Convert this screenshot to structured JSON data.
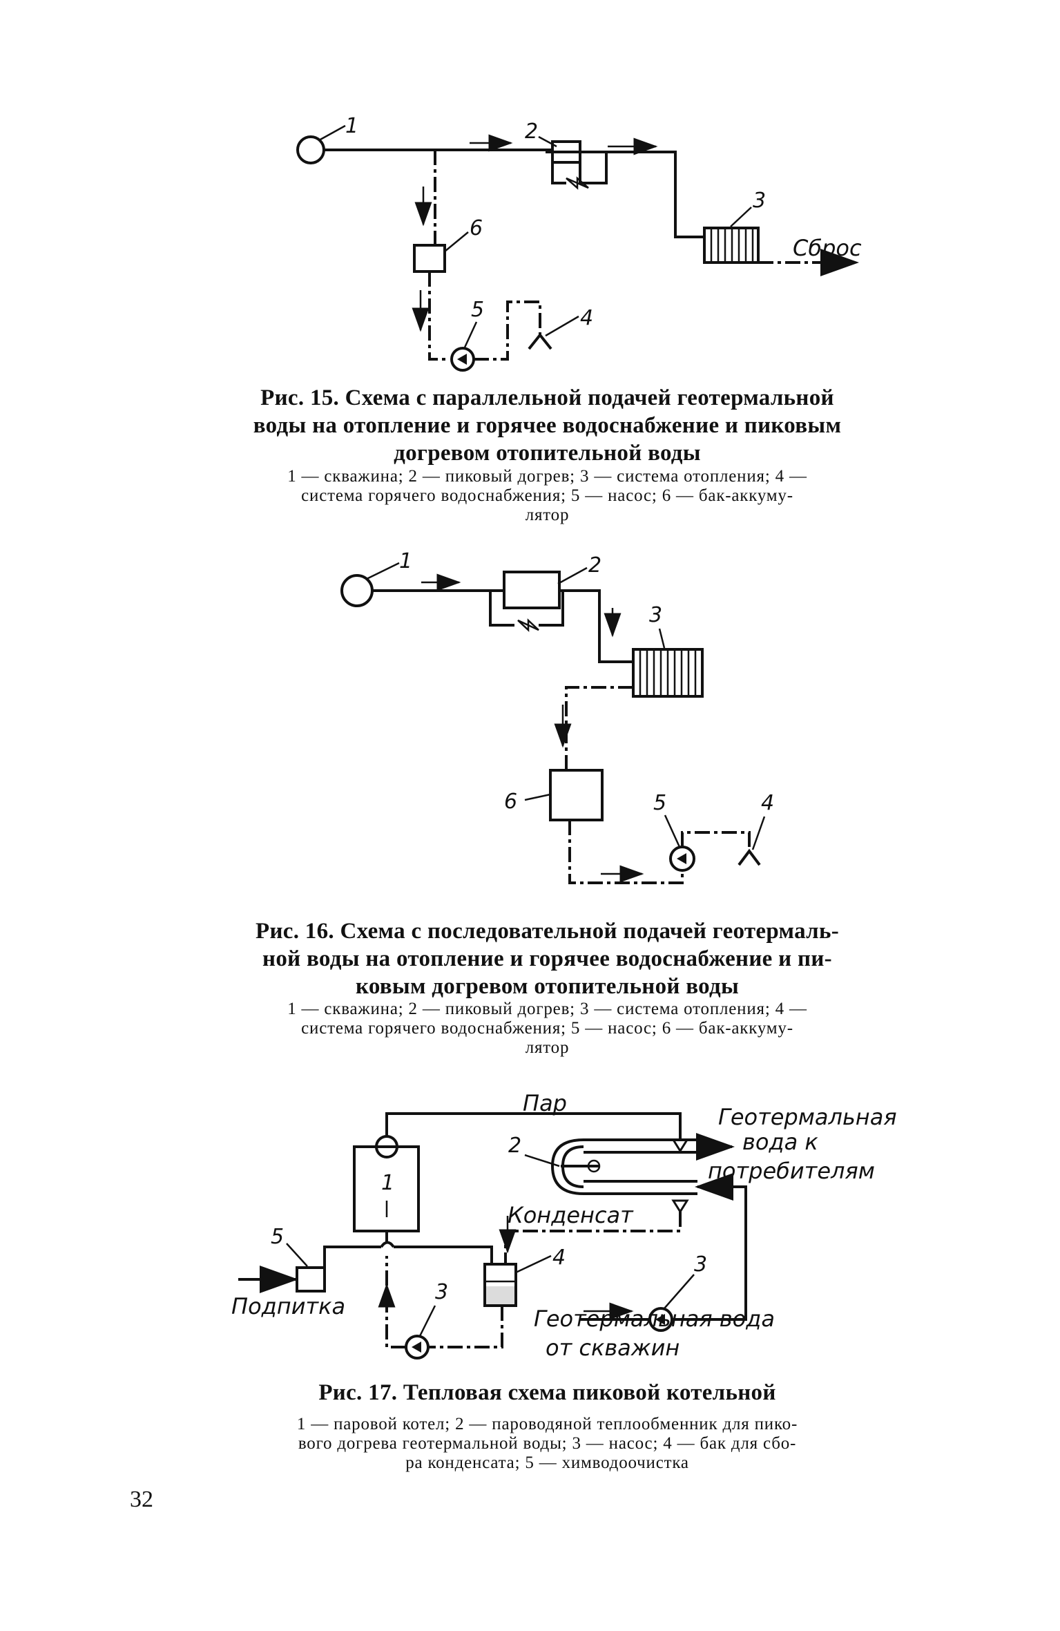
{
  "fig15": {
    "labels": {
      "n1": "1",
      "n2": "2",
      "n3": "3",
      "n4": "4",
      "n5": "5",
      "n6": "6",
      "sbros": "Сброс"
    },
    "caption_lines": [
      "Рис. 15. Схема с параллельной подачей геотермальной",
      "воды на отопление и горячее водоснабжение и пиковым",
      "догревом отопительной воды"
    ],
    "legend_lines": [
      "1 — скважина; 2 — пиковый догрев; 3 — система отопления; 4 —",
      "система горячего водоснабжения; 5 — насос; 6 — бак-аккуму-",
      "лятор"
    ]
  },
  "fig16": {
    "labels": {
      "n1": "1",
      "n2": "2",
      "n3": "3",
      "n4": "4",
      "n5": "5",
      "n6": "6"
    },
    "caption_lines": [
      "Рис. 16. Схема с последовательной подачей геотермаль-",
      "ной воды на отопление и горячее водоснабжение и пи-",
      "ковым догревом отопительной воды"
    ],
    "legend_lines": [
      "1 — скважина; 2 — пиковый догрев; 3 — система отопления; 4 —",
      "система горячего водоснабжения; 5 — насос; 6 — бак-аккуму-",
      "лятор"
    ]
  },
  "fig17": {
    "labels": {
      "n1": "1",
      "n2": "2",
      "n3a": "3",
      "n3b": "3",
      "n4": "4",
      "n5": "5",
      "par": "Пар",
      "kondensat": "Конденсат",
      "podpitka": "Подпитка",
      "geo_out_1": "Геотермальная",
      "geo_out_2": "вода к",
      "geo_out_3": "потребителям",
      "geo_in_1": "Геотермальная  вода",
      "geo_in_2": "от скважин"
    },
    "caption_lines": [
      "Рис. 17. Тепловая схема пиковой котельной"
    ],
    "legend_lines": [
      "1 — паровой котел; 2 — пароводяной теплообменник для пико-",
      "вого догрева геотермальной воды; 3 — насос; 4 — бак для сбо-",
      "ра конденсата; 5 — химводоочистка"
    ]
  },
  "page_number": "32"
}
